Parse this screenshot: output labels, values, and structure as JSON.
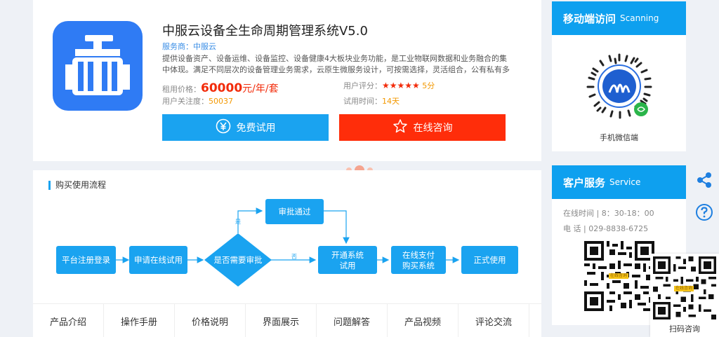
{
  "product": {
    "title": "中服云设备全生命周期管理系统V5.0",
    "vendor_label": "服务商：",
    "vendor_name": "中服云",
    "description": "提供设备资产、设备运维、设备监控、设备健康4大板块业务功能，是工业物联网数据和业务融合的集中体现。满足不同层次的设备管理业务需求，云原生微服务设计，可按需选择，灵活组合，公有私有多种...",
    "price_label": "租用价格：",
    "price_value": "60000",
    "price_unit": "元/年/套",
    "rating_label": "用户评分：",
    "rating_stars": "★★★★★",
    "rating_value": "5分",
    "attention_label": "用户关注度：",
    "attention_value": "50037",
    "trial_time_label": "试用时间：",
    "trial_time_value": "14天",
    "btn_trial": "免费试用",
    "btn_consult": "在线咨询"
  },
  "flow": {
    "heading": "购买使用流程",
    "steps": {
      "register": "平台注册登录",
      "apply": "申请在线试用",
      "decision": "是否需要审批",
      "approved": "审批通过",
      "open_line1": "开通系统",
      "open_line2": "试用",
      "pay_line1": "在线支付",
      "pay_line2": "购买系统",
      "formal": "正式使用"
    },
    "yes_label": "是",
    "no_label": "否"
  },
  "tabs": [
    "产品介绍",
    "操作手册",
    "价格说明",
    "界面展示",
    "问题解答",
    "产品视频",
    "评论交流"
  ],
  "mobile": {
    "title": "移动端访问",
    "title_en": "Scanning",
    "qr_label": "手机微信端"
  },
  "service": {
    "title": "客户服务",
    "title_en": "Service",
    "hours": "在线时间 | 8：30-18：00",
    "phone": "电 话 | 029-8838-6725",
    "qr_badge": "在线咨询"
  },
  "floating": {
    "scan_label": "扫码咨询",
    "scan_badge": "在线咨询"
  },
  "colors": {
    "accent": "#0ea0ef",
    "flow_blue": "#1aa3f0",
    "consult_red": "#ff2d0a",
    "price_red": "#f22b0a",
    "orange": "#f39800"
  },
  "icons": [
    "valve-icon",
    "yen-icon",
    "star-outline-icon",
    "share-icon",
    "help-icon"
  ]
}
